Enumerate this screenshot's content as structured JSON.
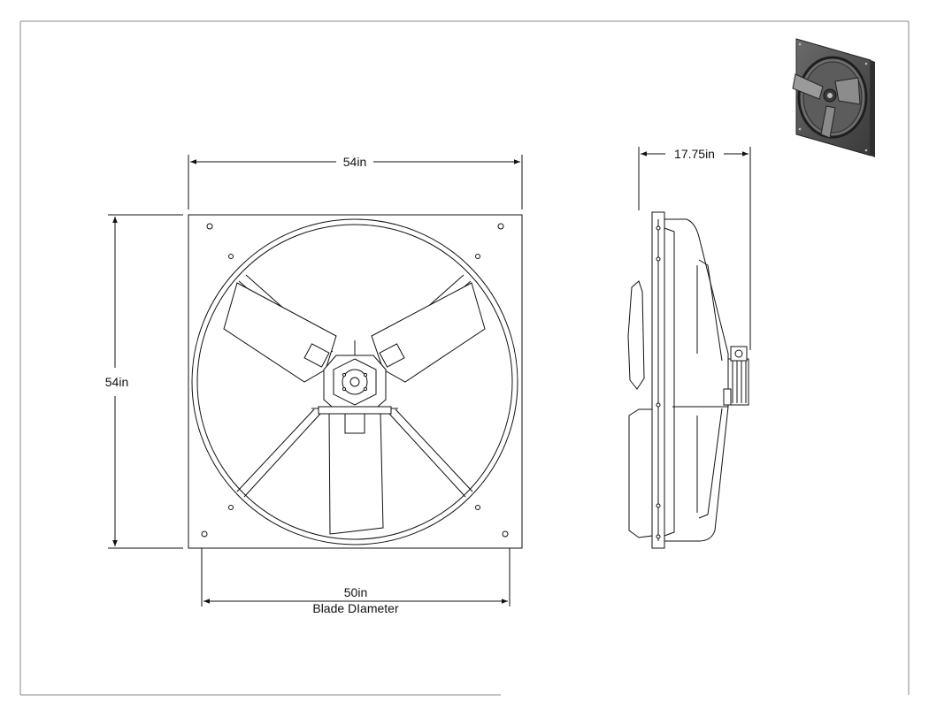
{
  "dimensions": {
    "front_width": "54in",
    "front_height": "54in",
    "side_depth": "17.75in",
    "blade_diameter_value": "50in",
    "blade_diameter_label": "Blade DIameter"
  }
}
